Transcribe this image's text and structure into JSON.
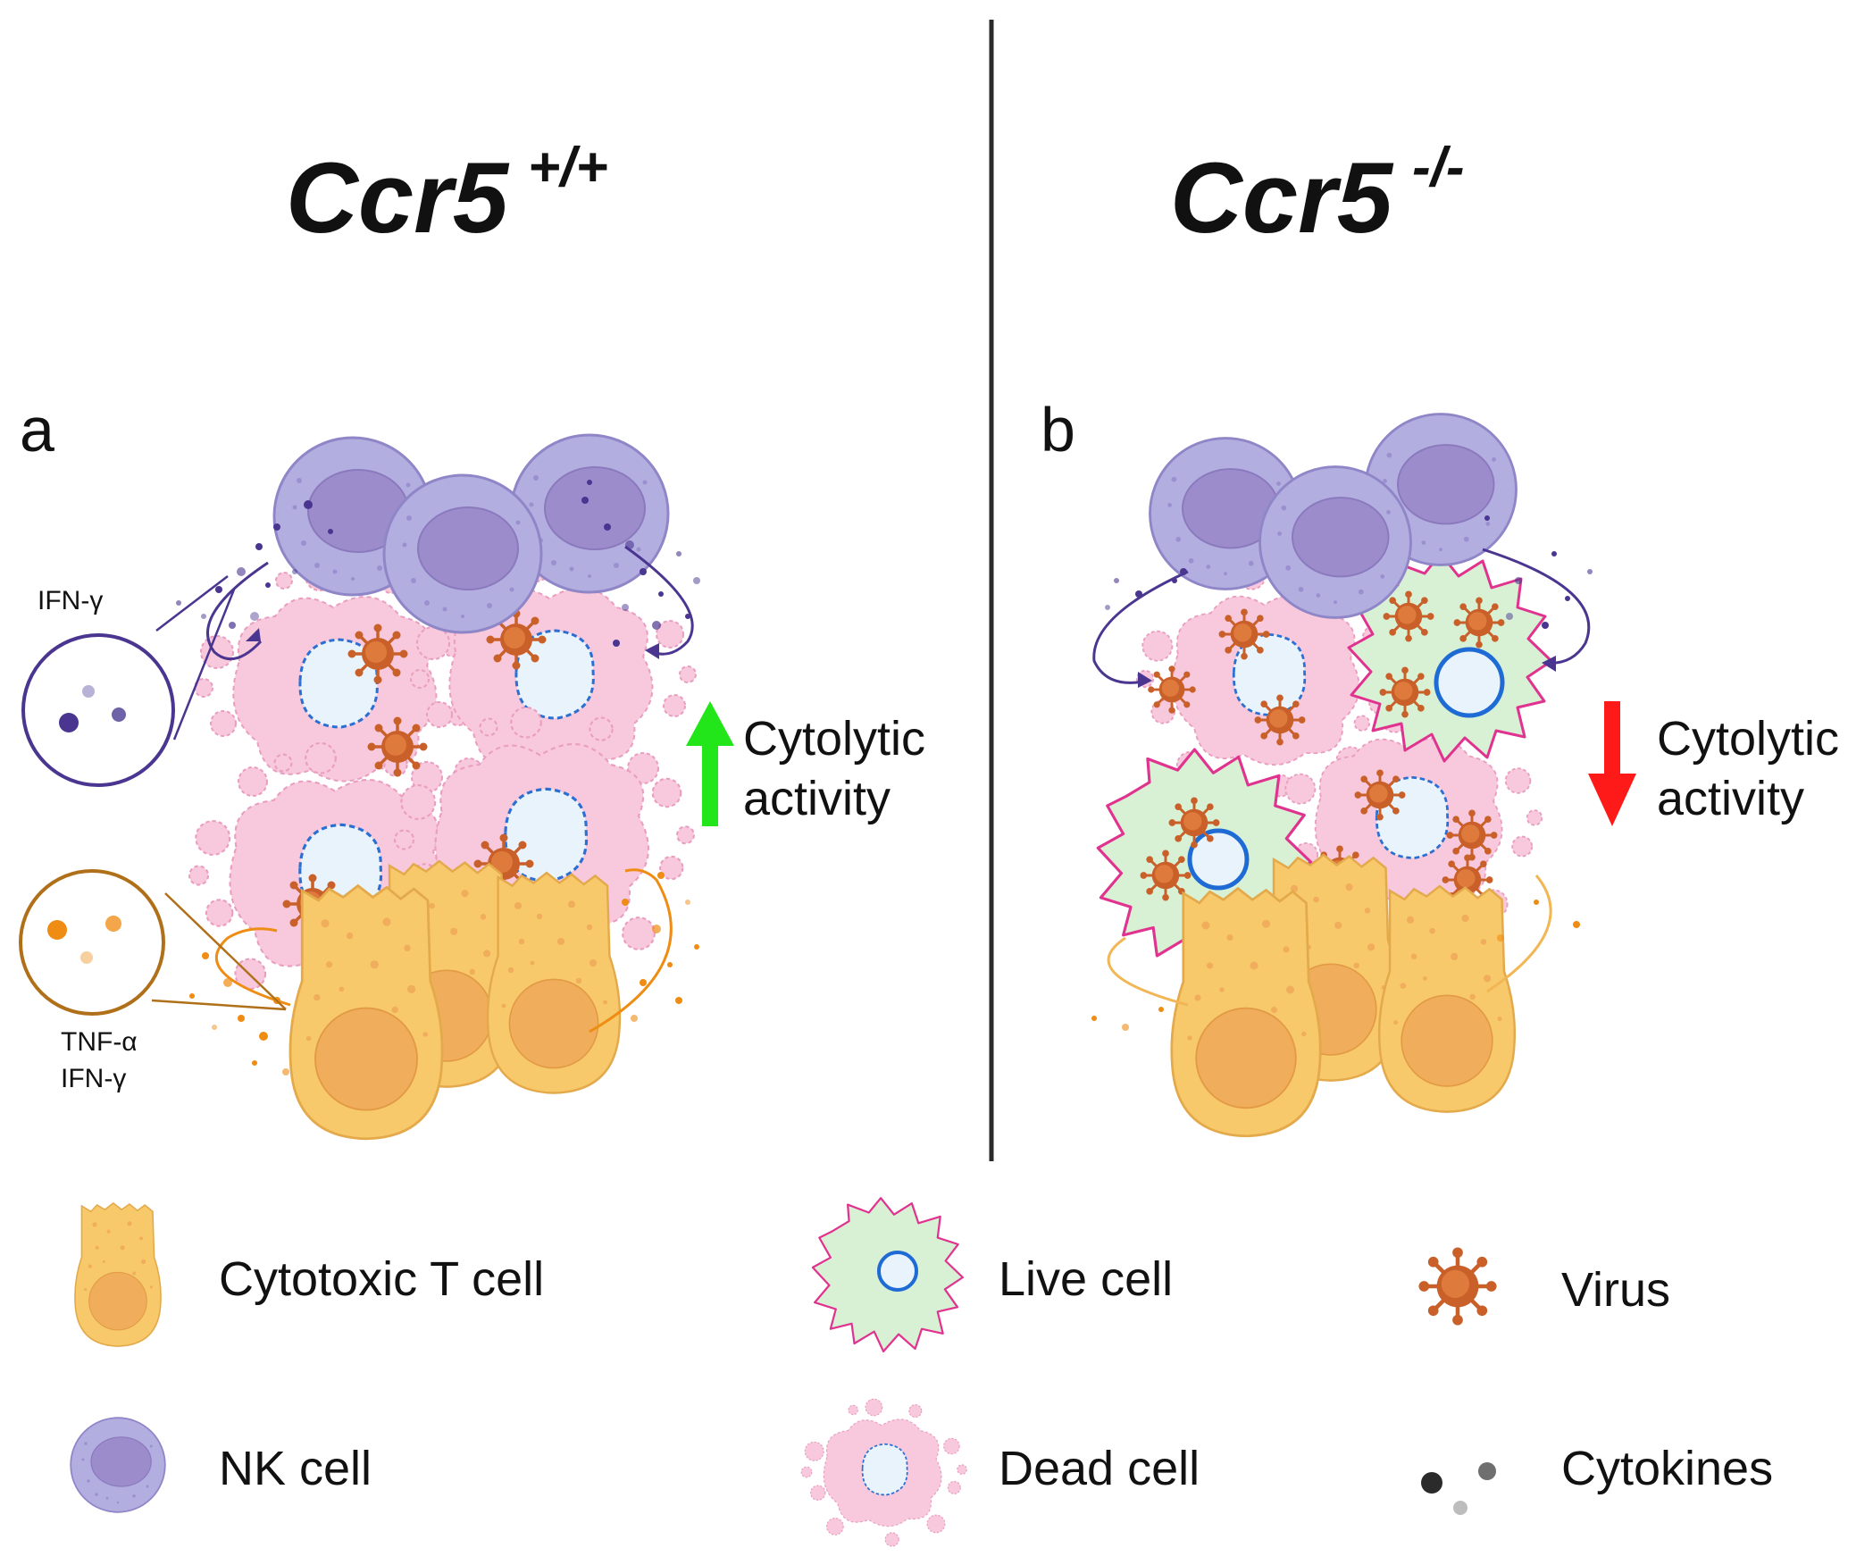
{
  "panels": {
    "left": {
      "title_main": "Ccr5",
      "title_sup": "+/+",
      "letter": "a",
      "ifn_label": "IFN-γ",
      "tnf_label_1": "TNF-α",
      "tnf_label_2": "IFN-γ",
      "activity_line1": "Cytolytic",
      "activity_line2": "activity",
      "activity_direction": "up",
      "arrow_color": "#22e61a"
    },
    "right": {
      "title_main": "Ccr5",
      "title_sup": "-/-",
      "letter": "b",
      "activity_line1": "Cytolytic",
      "activity_line2": "activity",
      "activity_direction": "down",
      "arrow_color": "#ff1a1a"
    }
  },
  "legend": {
    "cytotoxic_t_cell": "Cytotoxic T cell",
    "nk_cell": "NK cell",
    "live_cell": "Live cell",
    "dead_cell": "Dead cell",
    "virus": "Virus",
    "cytokines": "Cytokines"
  },
  "colors": {
    "nk_fill": "#b3aee0",
    "nk_nucleus": "#9d8ccc",
    "t_cell_fill": "#f7c96a",
    "t_cell_nucleus": "#f0ad5c",
    "dead_cell_fill": "#f8c8dc",
    "live_cell_fill": "#d8f0d4",
    "live_cell_border": "#e0338f",
    "virus_fill": "#c9602a",
    "ifn_color": "#4a3590",
    "tnf_color": "#ef8c13"
  }
}
